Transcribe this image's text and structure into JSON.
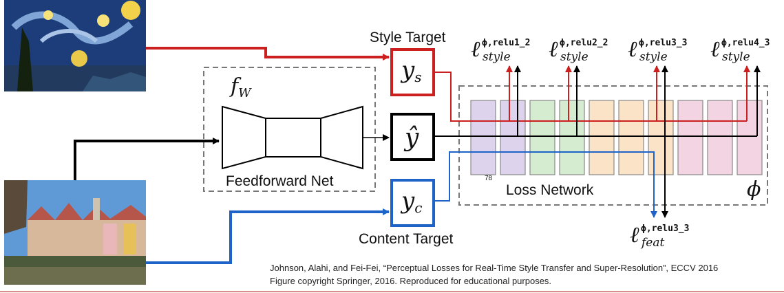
{
  "labels": {
    "style_target": "Style Target",
    "content_target": "Content Target",
    "feedforward_net": "Feedforward Net",
    "loss_network": "Loss Network",
    "f_w_main": "f",
    "f_w_sub": "W",
    "y_s_main": "y",
    "y_s_sub": "s",
    "y_hat": "ŷ",
    "y_c_main": "y",
    "y_c_sub": "c",
    "phi": "ϕ",
    "stray_number": "78"
  },
  "loss_labels": [
    {
      "base": "ℓ",
      "sup": "ϕ,relu1_2",
      "sub": "style"
    },
    {
      "base": "ℓ",
      "sup": "ϕ,relu2_2",
      "sub": "style"
    },
    {
      "base": "ℓ",
      "sup": "ϕ,relu3_3",
      "sub": "style"
    },
    {
      "base": "ℓ",
      "sup": "ϕ,relu4_3",
      "sub": "style"
    },
    {
      "base": "ℓ",
      "sup": "ϕ,relu3_3",
      "sub": "feat"
    }
  ],
  "citation": {
    "line1": "Johnson, Alahi, and Fei-Fei, “Perceptual Losses for Real-Time Style Transfer and Super-Resolution”, ECCV 2016",
    "line2": "Figure copyright Springer, 2016. Reproduced for educational purposes."
  },
  "colors": {
    "style_path": "#cc1f1f",
    "content_path": "#1e64c8",
    "main_path": "#000000",
    "block_purple": "#ddd3ec",
    "block_green": "#d6ecd0",
    "block_orange": "#fbe3c8",
    "block_pink": "#f2d4e2"
  },
  "icons": [
    "starry-night-painting",
    "tubingen-photo"
  ]
}
